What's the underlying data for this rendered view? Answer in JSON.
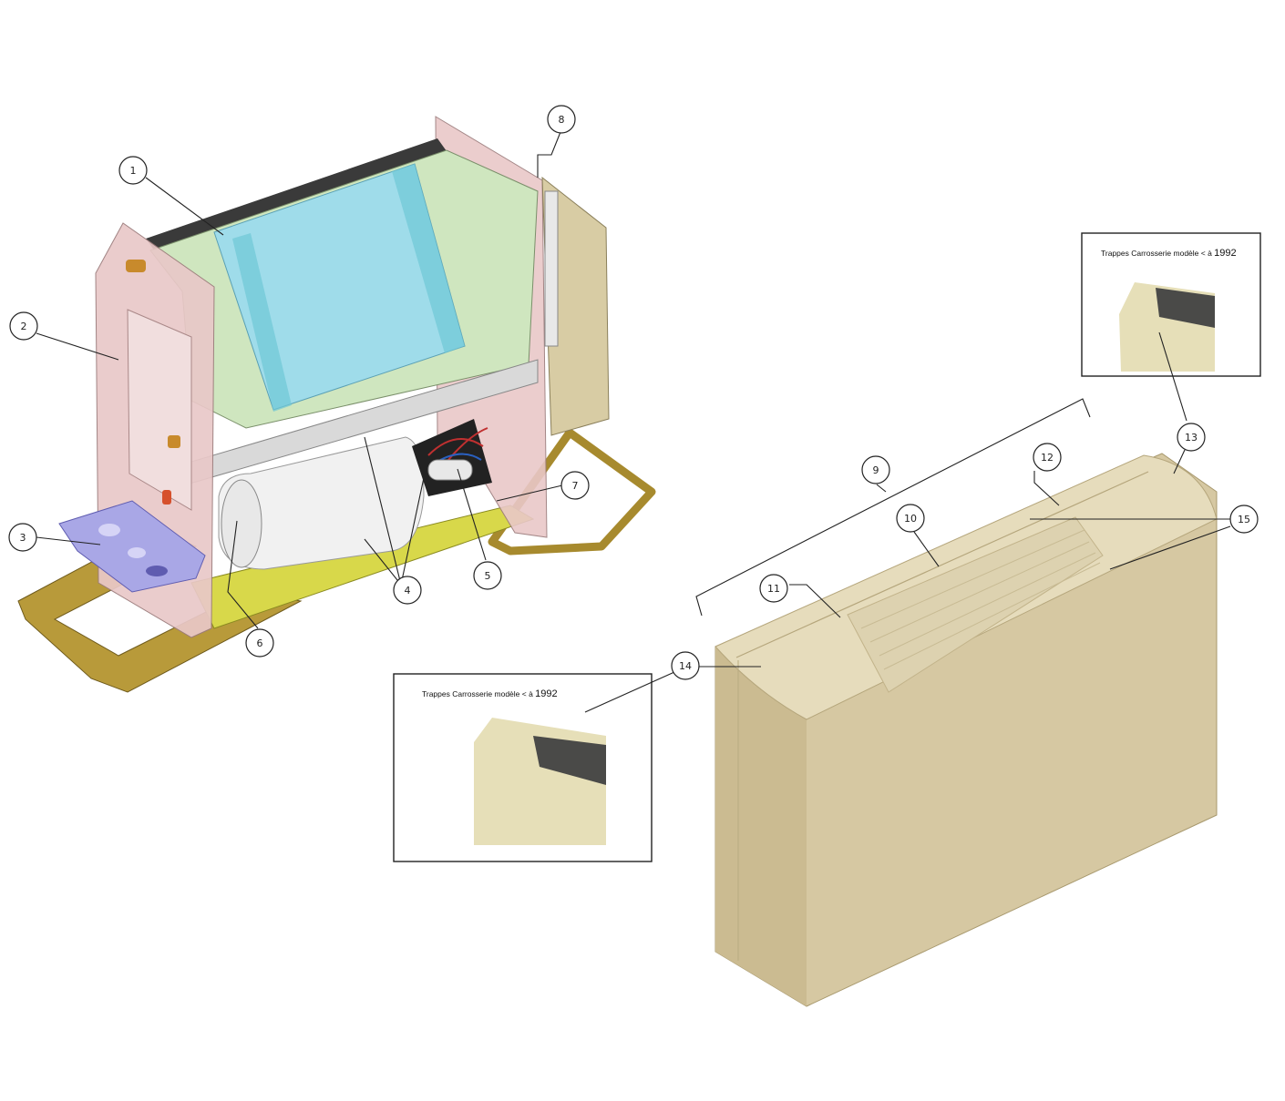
{
  "callouts": [
    {
      "id": "c1",
      "label": "1"
    },
    {
      "id": "c2",
      "label": "2"
    },
    {
      "id": "c3",
      "label": "3"
    },
    {
      "id": "c4",
      "label": "4"
    },
    {
      "id": "c5",
      "label": "5"
    },
    {
      "id": "c6",
      "label": "6"
    },
    {
      "id": "c7",
      "label": "7"
    },
    {
      "id": "c8",
      "label": "8"
    },
    {
      "id": "c9",
      "label": "9"
    },
    {
      "id": "c10",
      "label": "10"
    },
    {
      "id": "c11",
      "label": "11"
    },
    {
      "id": "c12",
      "label": "12"
    },
    {
      "id": "c13",
      "label": "13"
    },
    {
      "id": "c14",
      "label": "14"
    },
    {
      "id": "c15",
      "label": "15"
    }
  ],
  "inset_top": {
    "caption": "Trappes Carrosserie modèle < à ",
    "year": "1992"
  },
  "inset_bottom": {
    "caption": "Trappes Carrosserie modèle < à ",
    "year": "1992"
  },
  "colors": {
    "frame_pink": "#e9c8c8",
    "coil_green": "#cfe6bf",
    "coil_blue": "#9fdcea",
    "base_gold": "#b89a3a",
    "tray_yellow": "#d8d84a",
    "bracket_violet": "#a9a7e6",
    "cabinet_beige": "#d6c8a2",
    "cabinet_light": "#e6dcbc"
  }
}
